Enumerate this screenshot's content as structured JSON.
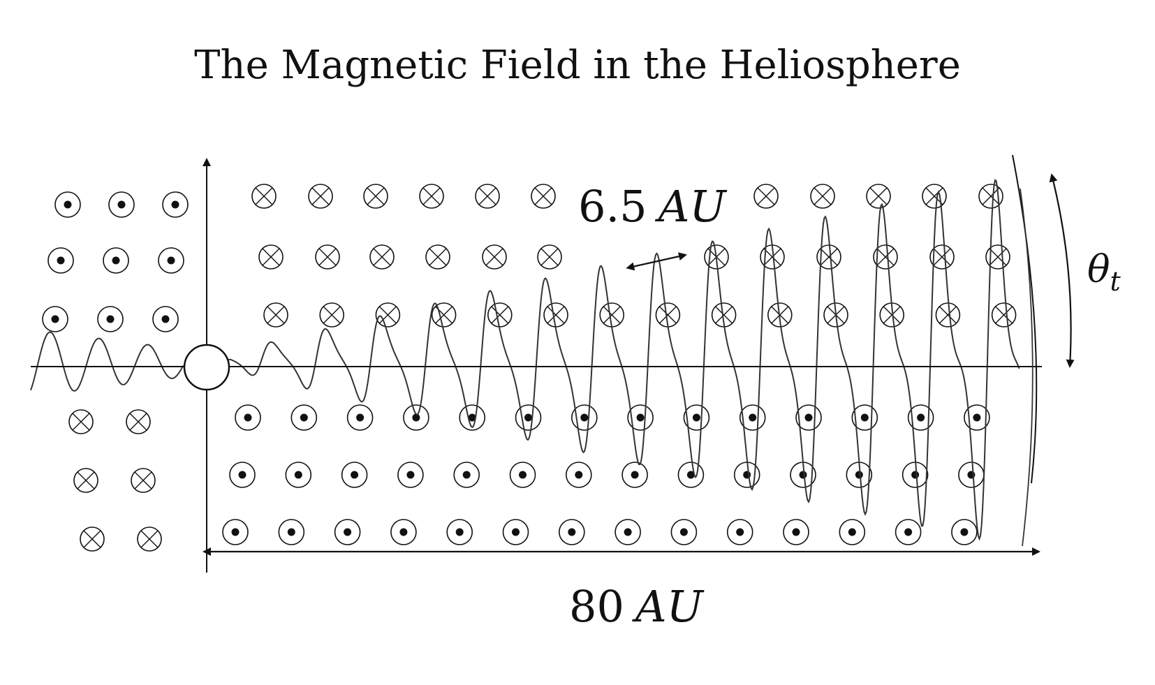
{
  "title": "The Magnetic Field in the Heliosphere",
  "labels": {
    "wavelength_value": "6.5",
    "wavelength_unit": "AU",
    "distance_value": "80",
    "distance_unit": "AU",
    "tilt_symbol": "θ",
    "tilt_subscript": "t"
  },
  "legend_symbols": {
    "into_page": "field-into-page-icon",
    "out_of_page": "field-out-of-page-icon",
    "sun": "sun-circle-icon"
  },
  "colors": {
    "ink": "#111111",
    "curve": "#333333",
    "background": "#ffffff"
  }
}
